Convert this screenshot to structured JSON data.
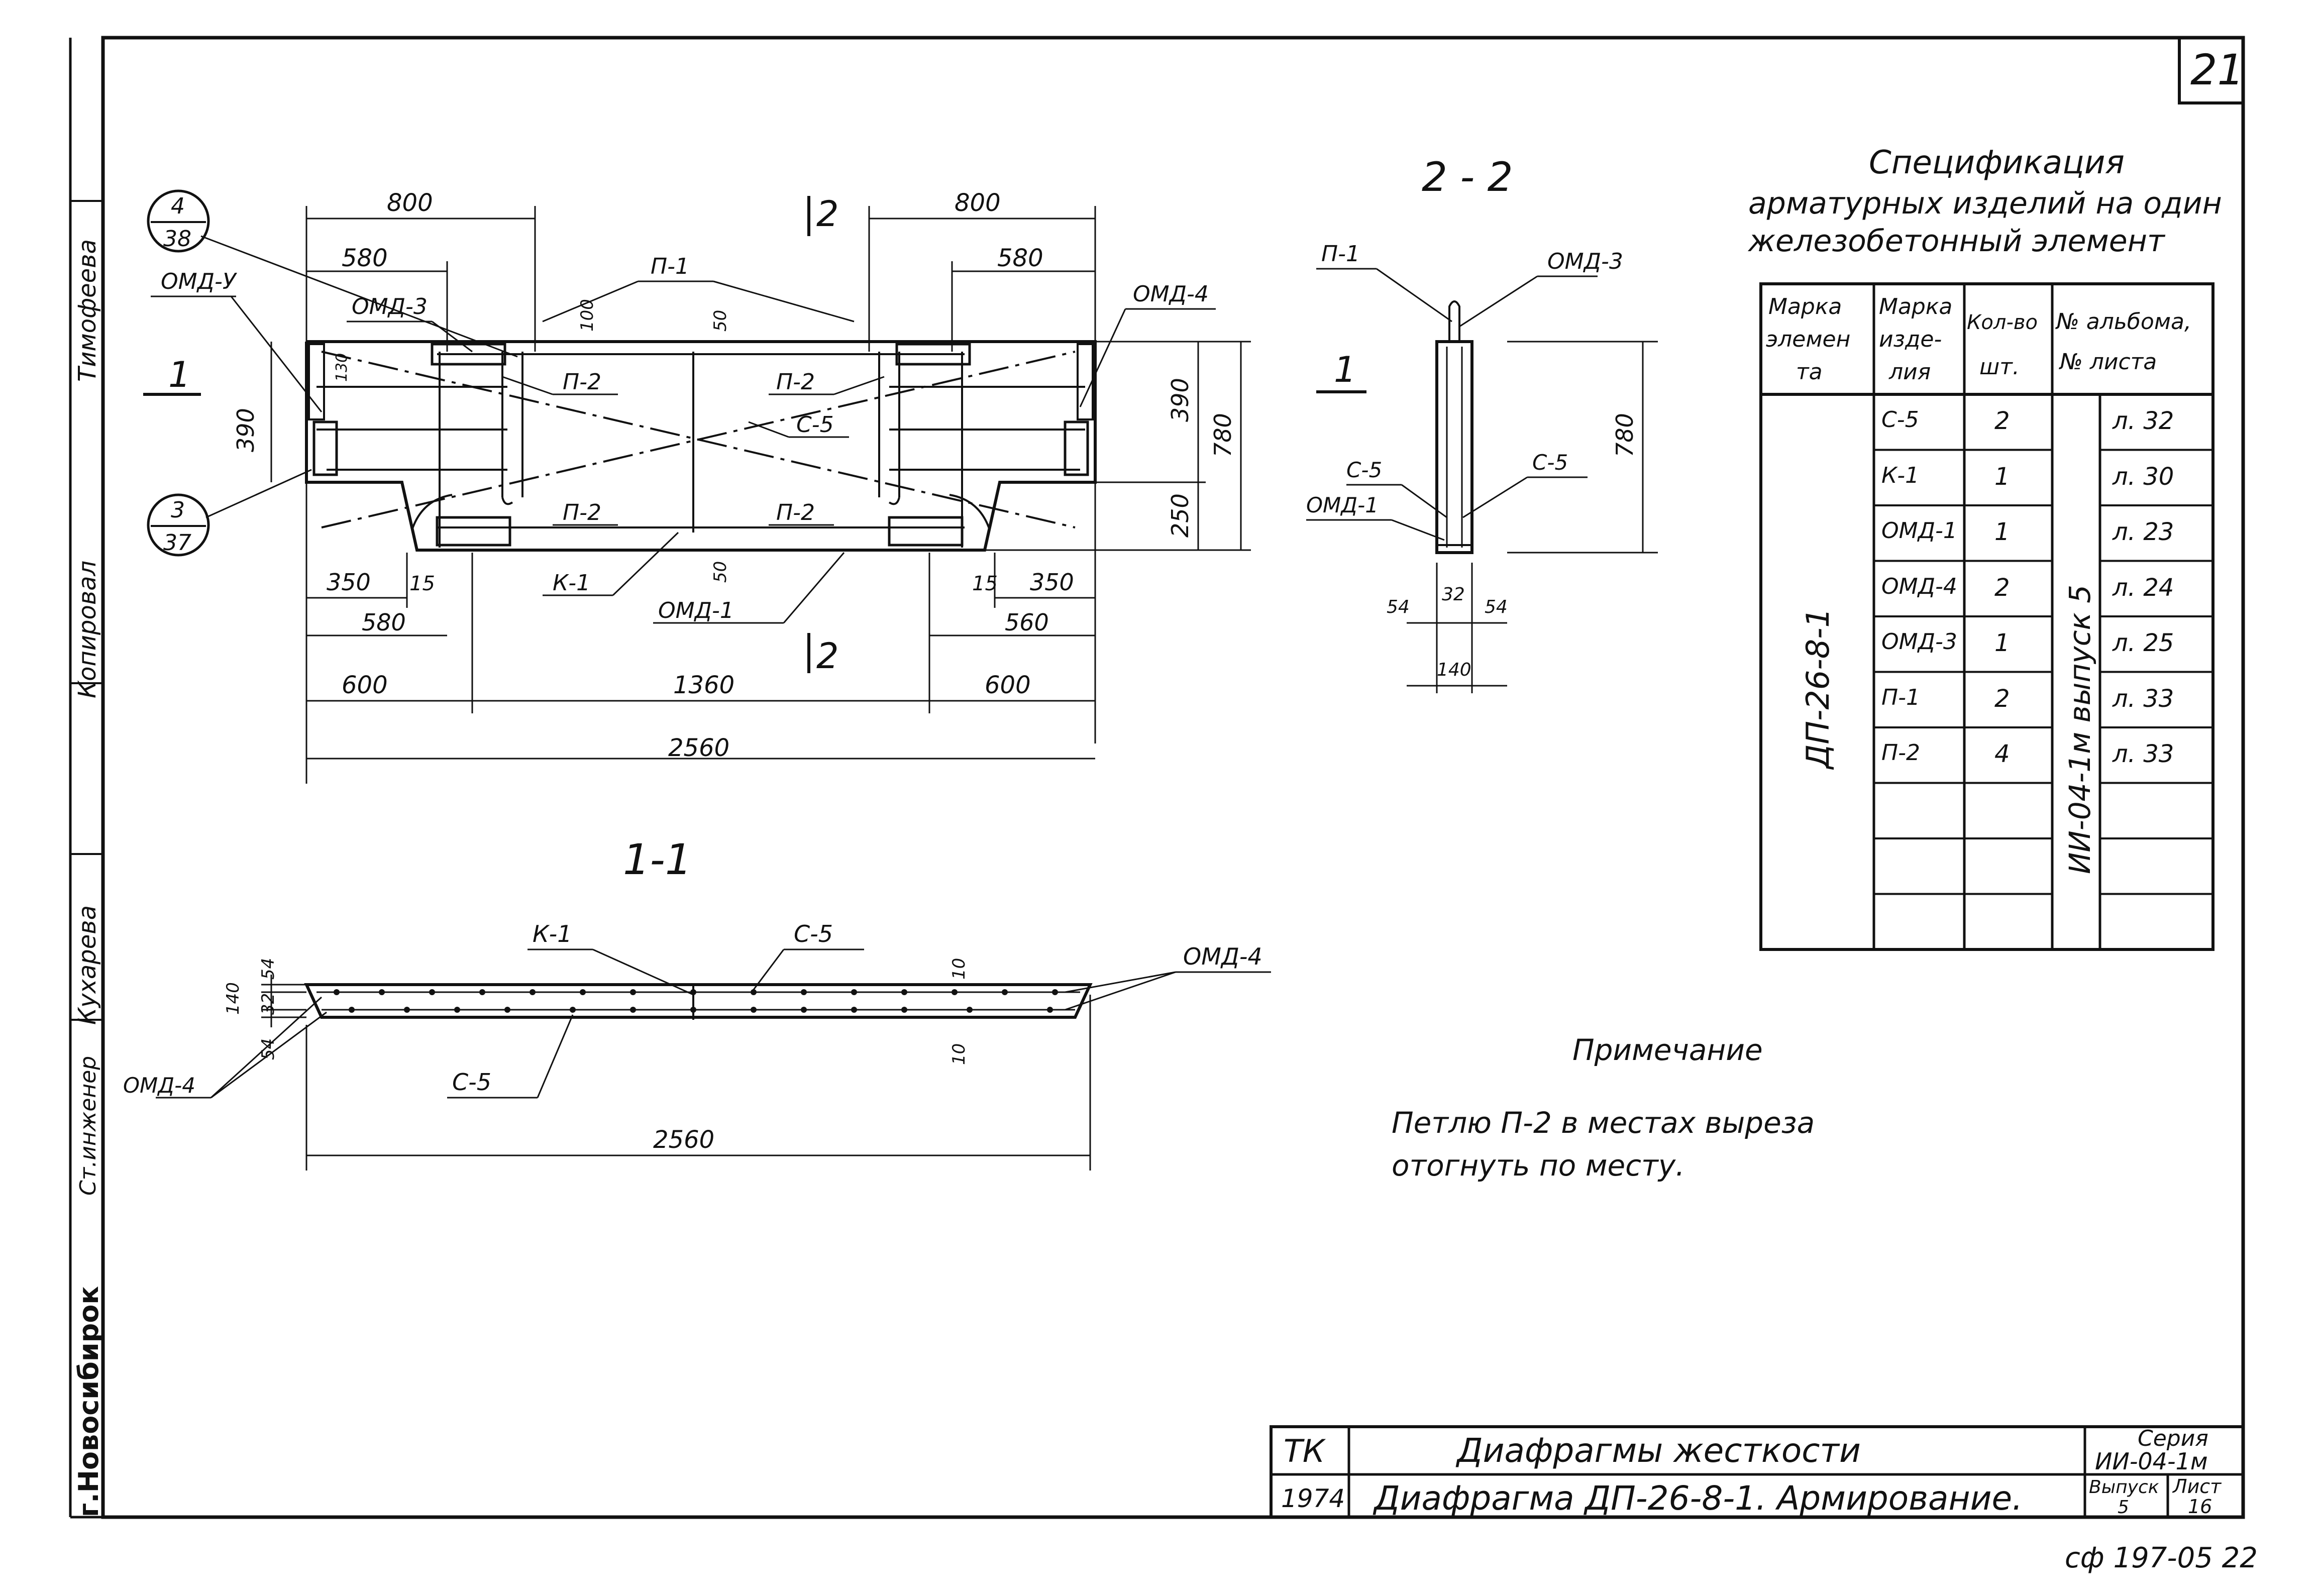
{
  "sheet": {
    "page_number": "21",
    "stamp_code": "сф 197-05 22"
  },
  "side_strip": {
    "city": "г.Новосибирок",
    "roles": [
      "Ст.инженер",
      "Копировал"
    ],
    "names": [
      "Кухарева",
      "Тимофеева"
    ]
  },
  "plan": {
    "callout_top": {
      "num": "4",
      "den": "38"
    },
    "callout_bottom": {
      "num": "3",
      "den": "37"
    },
    "section_mark_1": "1",
    "section_mark_2": "2",
    "labels": {
      "p1": "П-1",
      "p2": "П-2",
      "c5": "С-5",
      "k1": "К-1",
      "omd1": "ОМД-1",
      "omd3": "ОМД-3",
      "omd4": "ОМД-4",
      "omd4_left": "ОМД-У"
    },
    "dims": {
      "d800": "800",
      "d580": "580",
      "d560": "560",
      "d350": "350",
      "d15": "15",
      "d600": "600",
      "d1360": "1360",
      "d2560": "2560",
      "d390": "390",
      "d780": "780",
      "d250": "250",
      "d100": "100",
      "d50": "50",
      "d130": "130",
      "d580_bottom_left": "580"
    }
  },
  "section_22": {
    "title": "2 - 2",
    "labels": {
      "p1": "П-1",
      "omd3": "ОМД-3",
      "c5": "С-5",
      "omd1": "ОМД-1",
      "mark": "1"
    },
    "dims": {
      "d54a": "54",
      "d32": "32",
      "d54b": "54",
      "d140": "140",
      "d780": "780"
    }
  },
  "section_11": {
    "title": "1-1",
    "labels": {
      "k1": "К-1",
      "c5": "С-5",
      "omd4": "ОМД-4"
    },
    "dims": {
      "d54": "54",
      "d32": "32",
      "d140": "140",
      "d54b": "54",
      "d10": "10",
      "d2560": "2560"
    }
  },
  "spec": {
    "title_lines": [
      "Спецификация",
      "арматурных изделий на один",
      "железобетонный элемент"
    ],
    "headers": {
      "col1": [
        "Марка",
        "элемен",
        "та"
      ],
      "col2": [
        "Марка",
        "изде-",
        "лия"
      ],
      "col3": [
        "Кол-во",
        "шт."
      ],
      "col4": [
        "№ альбома,",
        "№ листа"
      ]
    },
    "element_mark": "ДП-26-8-1",
    "album": "ИИ-04-1м выпуск 5",
    "rows": [
      {
        "item": "С-5",
        "qty": "2",
        "sheet": "л. 32"
      },
      {
        "item": "К-1",
        "qty": "1",
        "sheet": "л. 30"
      },
      {
        "item": "ОМД-1",
        "qty": "1",
        "sheet": "л. 23"
      },
      {
        "item": "ОМД-4",
        "qty": "2",
        "sheet": "л. 24"
      },
      {
        "item": "ОМД-3",
        "qty": "1",
        "sheet": "л. 25"
      },
      {
        "item": "П-1",
        "qty": "2",
        "sheet": "л. 33"
      },
      {
        "item": "П-2",
        "qty": "4",
        "sheet": "л. 33"
      },
      {
        "item": "",
        "qty": "",
        "sheet": ""
      },
      {
        "item": "",
        "qty": "",
        "sheet": ""
      },
      {
        "item": "",
        "qty": "",
        "sheet": ""
      }
    ]
  },
  "note": {
    "title": "Примечание",
    "lines": [
      "Петлю П-2 в местах выреза",
      "отогнуть по месту."
    ]
  },
  "title_block": {
    "org": "ТК",
    "year": "1974",
    "title1": "Диафрагмы жесткости",
    "title2": "Диафрагма ДП-26-8-1. Армирование.",
    "series_label": "Серия",
    "series_value": "ИИ-04-1м",
    "issue_label": "Выпуск",
    "issue_value": "5",
    "sheet_label": "Лист",
    "sheet_value": "16"
  }
}
